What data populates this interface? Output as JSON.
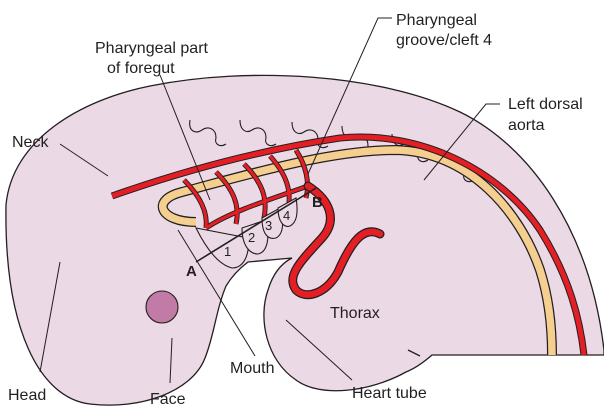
{
  "labels": {
    "pharyngeal_groove": [
      "Pharyngeal",
      "groove/cleft 4"
    ],
    "pharyngeal_part": [
      "Pharyngeal part",
      "of foregut"
    ],
    "left_dorsal_aorta": [
      "Left dorsal",
      "aorta"
    ],
    "neck": "Neck",
    "head": "Head",
    "face": "Face",
    "mouth": "Mouth",
    "thorax": "Thorax",
    "heart_tube": "Heart tube",
    "point_a": "A",
    "point_b": "B",
    "arch_numbers": [
      "1",
      "2",
      "3",
      "4"
    ]
  },
  "colors": {
    "embryo_fill": "#ecd9e6",
    "outline": "#231f20",
    "artery_red": "#e31e24",
    "foregut_tan": "#f4cf8f",
    "face_spot": "#c27aa6"
  }
}
